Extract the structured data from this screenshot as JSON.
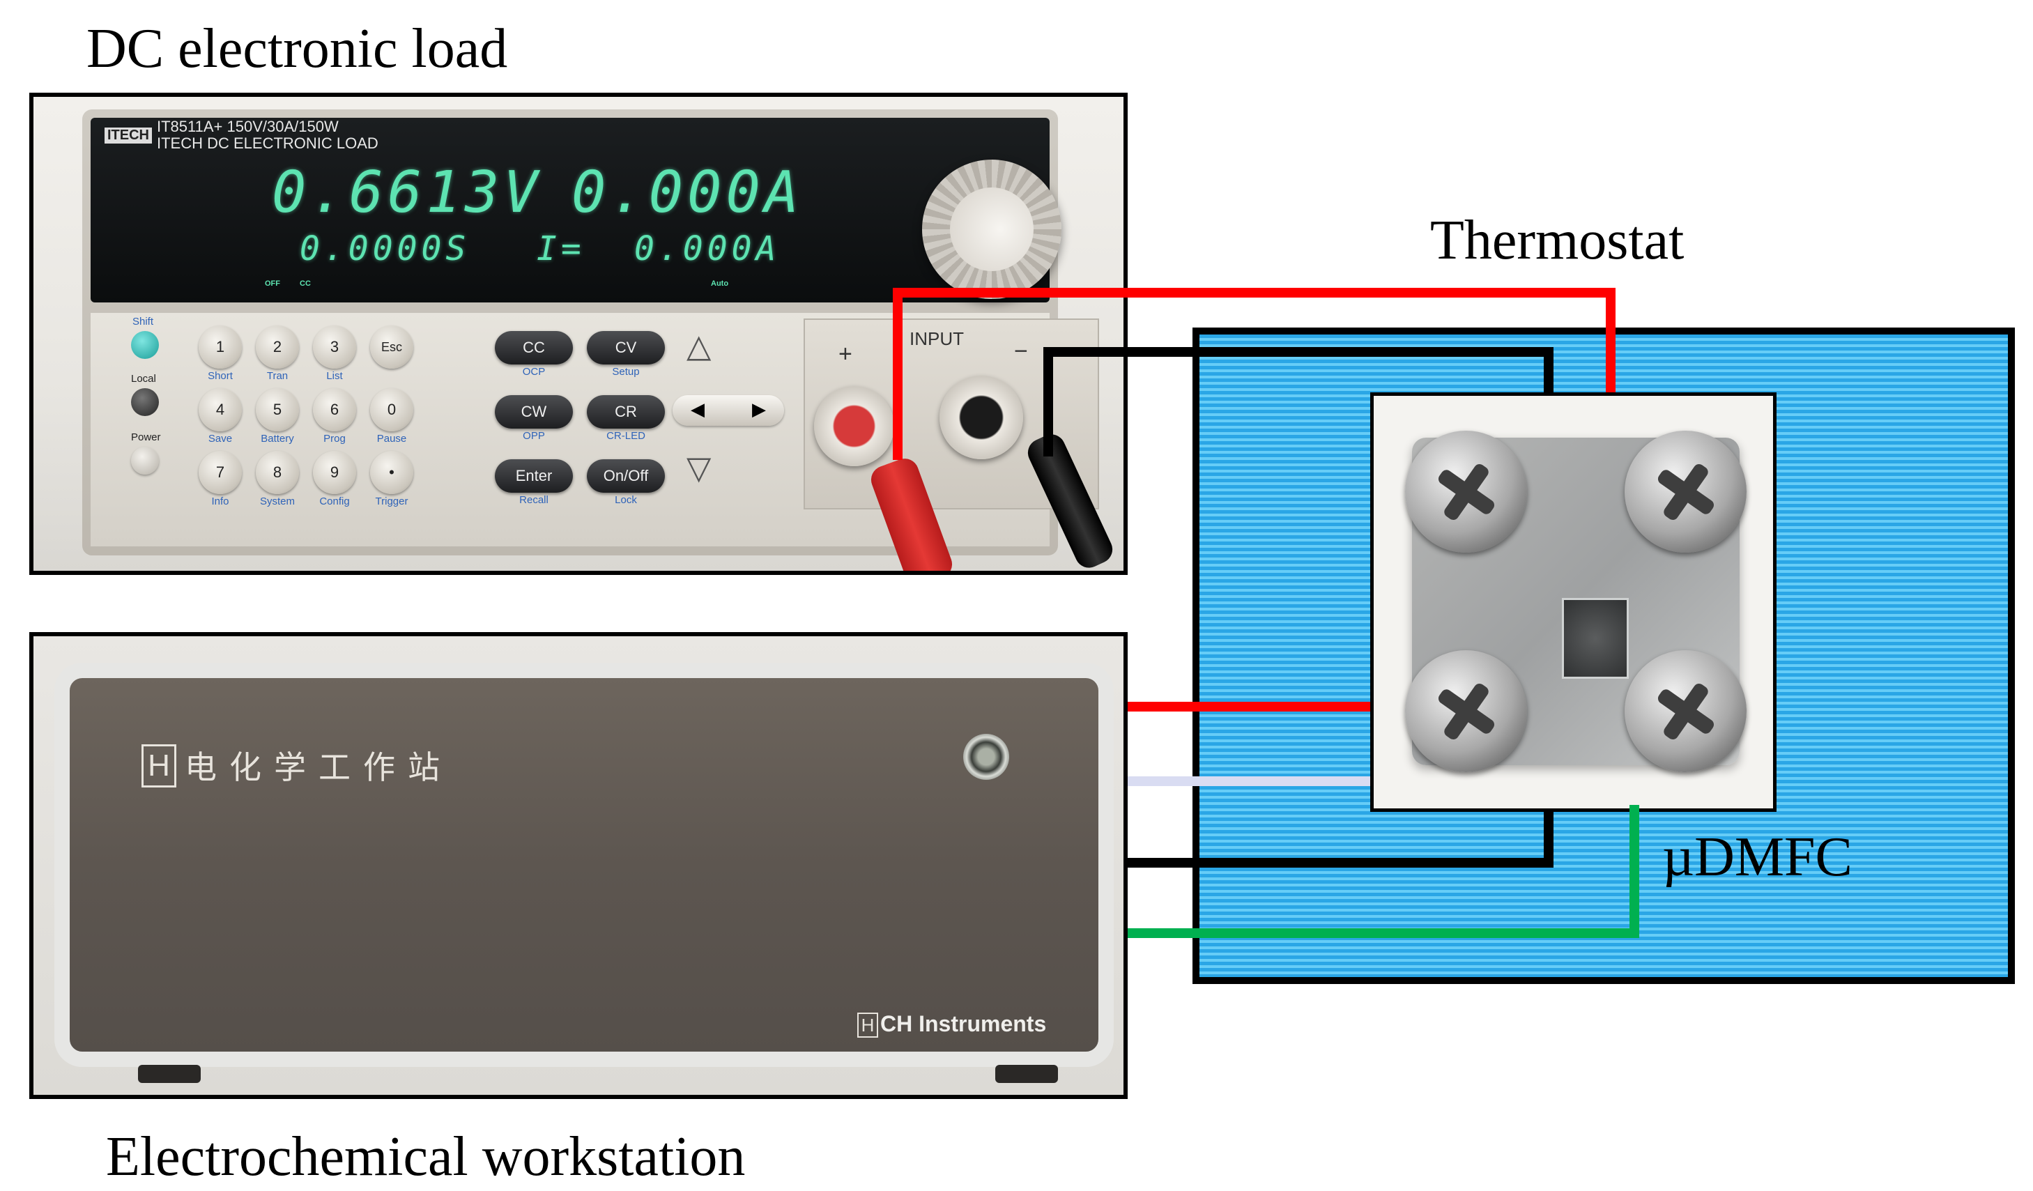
{
  "captions": {
    "dc_load": "DC electronic load",
    "thermostat": "Thermostat",
    "workstation": "Electrochemical workstation",
    "cell": "µDMFC"
  },
  "dc_load_photo": {
    "brand": "ITECH",
    "model_line": "IT8511A+ 150V/30A/150W",
    "product_line": "ITECH DC ELECTRONIC LOAD",
    "voltage_display": "0.6613V",
    "current_display": "0.000A",
    "power_display": "0.0000S",
    "secondary_label": "I=",
    "secondary_value": "0.000A",
    "indicators": [
      "OFF",
      "CC",
      "Auto"
    ],
    "side_buttons": [
      "Shift",
      "Local",
      "Power"
    ],
    "keypad": [
      {
        "key": "1",
        "sub": "Short"
      },
      {
        "key": "2",
        "sub": "Tran"
      },
      {
        "key": "3",
        "sub": "List"
      },
      {
        "key": "Esc",
        "sub": ""
      },
      {
        "key": "4",
        "sub": "Save"
      },
      {
        "key": "5",
        "sub": "Battery"
      },
      {
        "key": "6",
        "sub": "Prog"
      },
      {
        "key": "0",
        "sub": "Pause"
      },
      {
        "key": "7",
        "sub": "Info"
      },
      {
        "key": "8",
        "sub": "System"
      },
      {
        "key": "9",
        "sub": "Config"
      },
      {
        "key": "•",
        "sub": "Trigger"
      }
    ],
    "function_keys": [
      {
        "key": "CC",
        "sub": "OCP"
      },
      {
        "key": "CV",
        "sub": "Setup"
      },
      {
        "key": "CW",
        "sub": "OPP"
      },
      {
        "key": "CR",
        "sub": "CR-LED"
      },
      {
        "key": "Enter",
        "sub": "Recall"
      },
      {
        "key": "On/Off",
        "sub": "Lock"
      }
    ],
    "input_label": "INPUT",
    "plus": "+",
    "minus": "−"
  },
  "workstation_photo": {
    "logo": "H",
    "brand_cn": "电化学工作站",
    "brand_en": "CH Instruments"
  },
  "wire_colors": {
    "red": "#ff0000",
    "black": "#000000",
    "green": "#00b050",
    "lavender": "#d9dcf2"
  }
}
